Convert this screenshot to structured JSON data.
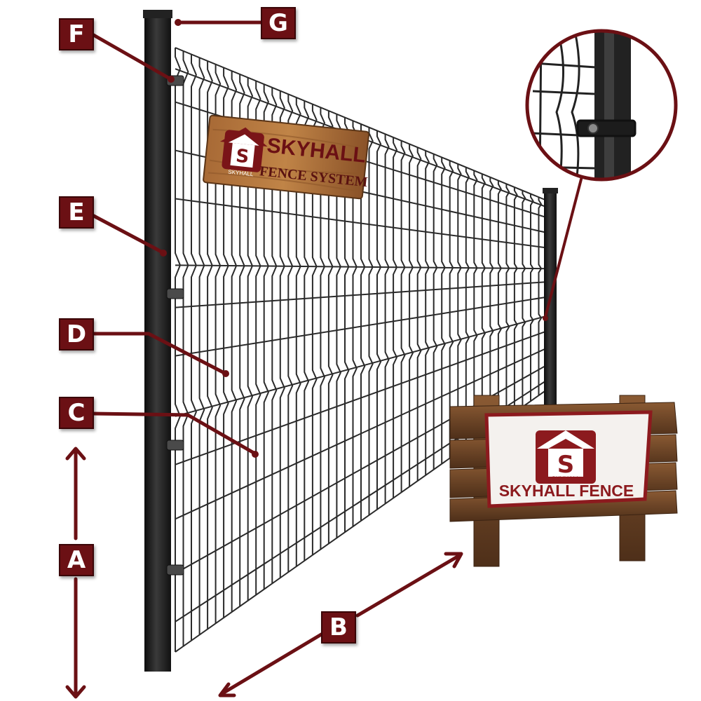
{
  "labels": {
    "a": "A",
    "b": "B",
    "c": "C",
    "d": "D",
    "e": "E",
    "f": "F",
    "g": "G"
  },
  "panel_sign": {
    "brand_line": "SKYHALL",
    "product_line": "FENCE SYSTEM",
    "logo_letter": "S",
    "logo_caption": "SKYHALL"
  },
  "banner": {
    "text": "SKYHALL FENCE",
    "logo_letter": "S",
    "logo_caption": "SKYHALL"
  },
  "colors": {
    "callout": "#6b1014",
    "leader": "#6b1014",
    "post": "#1b1b1b",
    "mesh": "#2a2a2a",
    "wood": "#6b4426",
    "banner_red": "#8c1a1e"
  }
}
